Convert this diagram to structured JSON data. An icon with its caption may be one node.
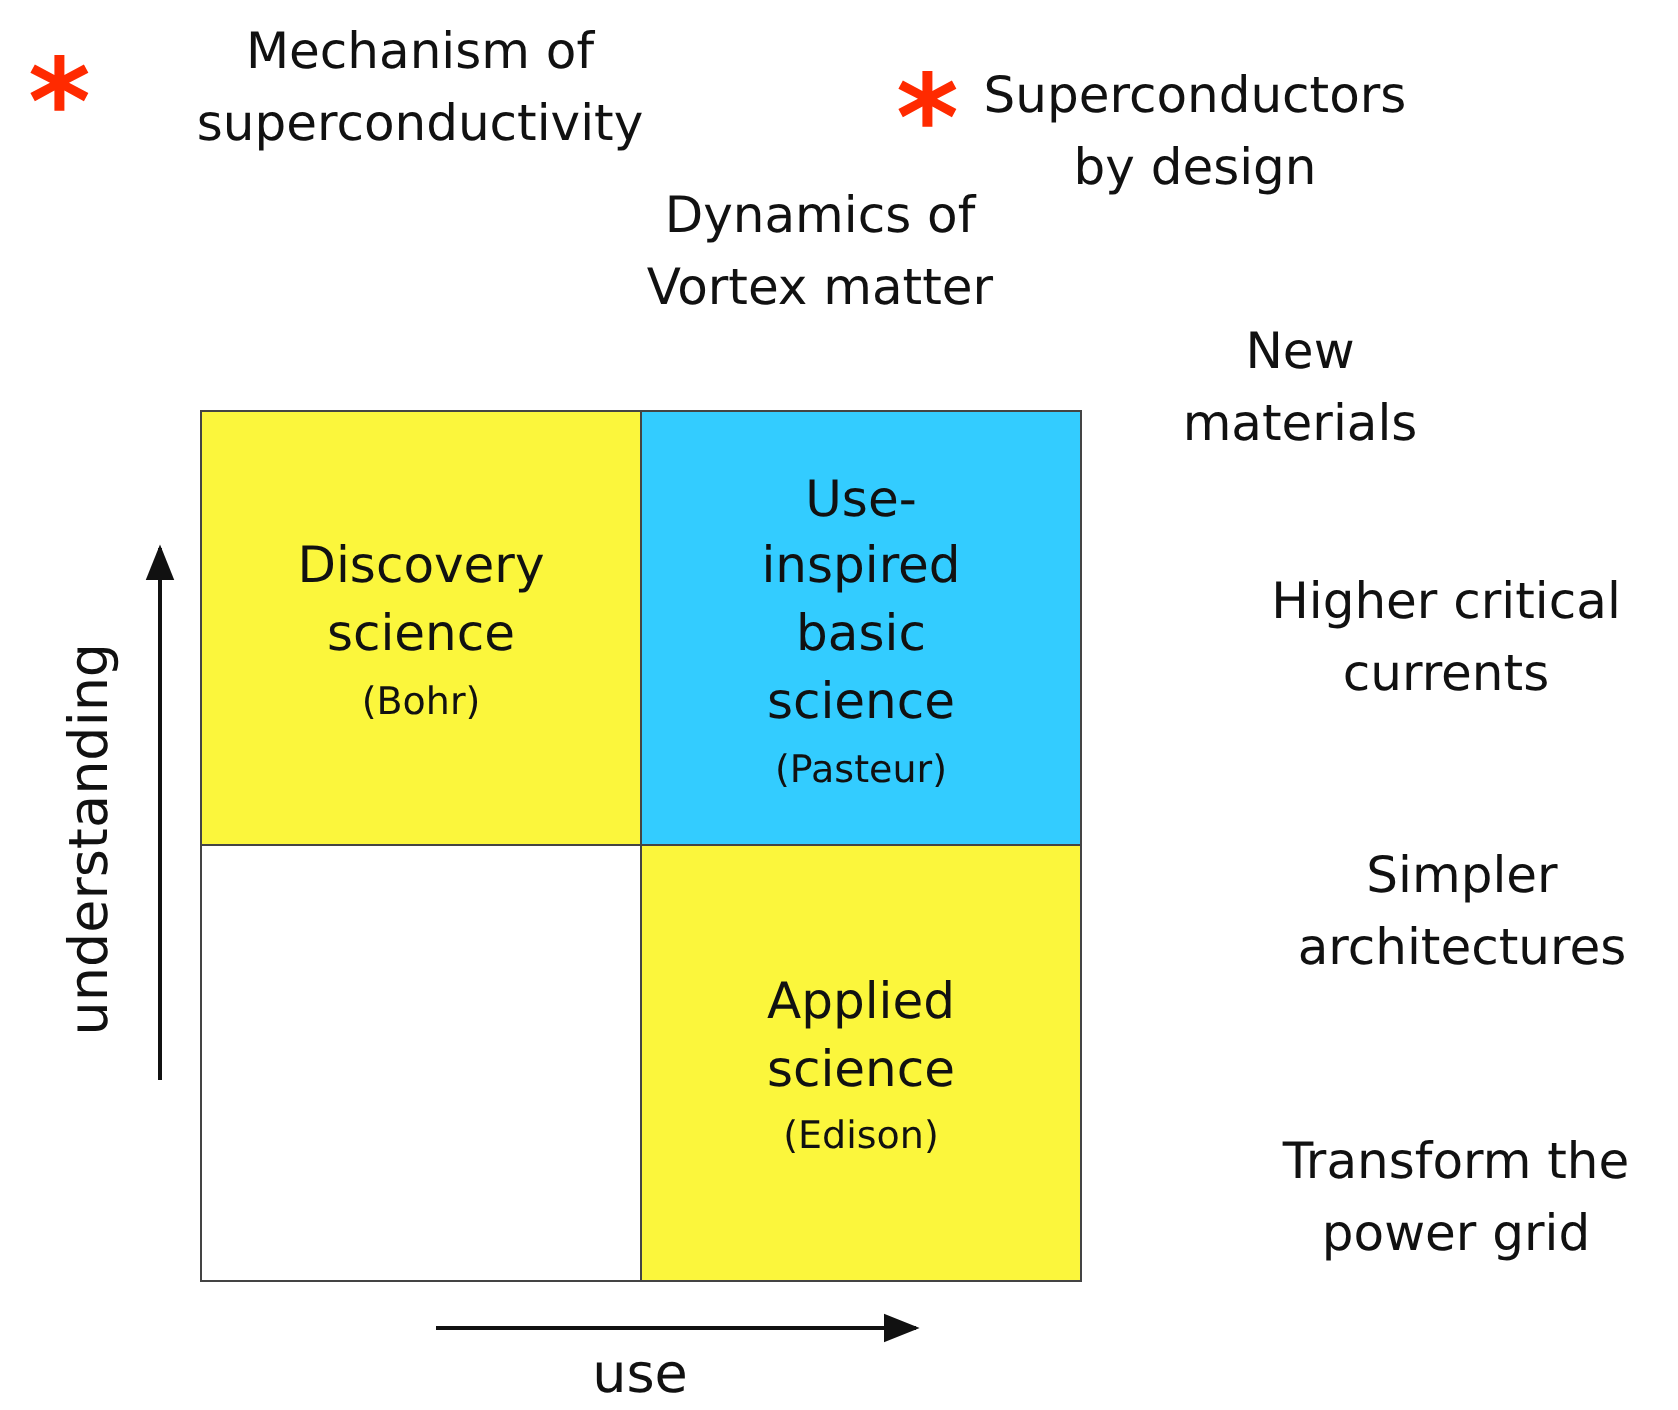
{
  "diagram": {
    "nodes": [
      {
        "text": [
          "Discovery science",
          "(Bohr)"
        ]
      },
      {
        "text": [
          "Use-inspired basic science",
          "(Pasteur)"
        ]
      },
      {
        "text": [],
        "shape": "box"
      },
      {
        "text": [
          "Applied science",
          "(Edison)"
        ]
      }
    ],
    "labels": [
      "*",
      "Mechanism of superconductivity",
      "*",
      "Superconductors by design",
      "Dynamics of Vortex matter",
      "New materials",
      "Higher critical currents",
      "Simpler architectures",
      "Transform the power grid",
      "understanding",
      "use"
    ]
  }
}
